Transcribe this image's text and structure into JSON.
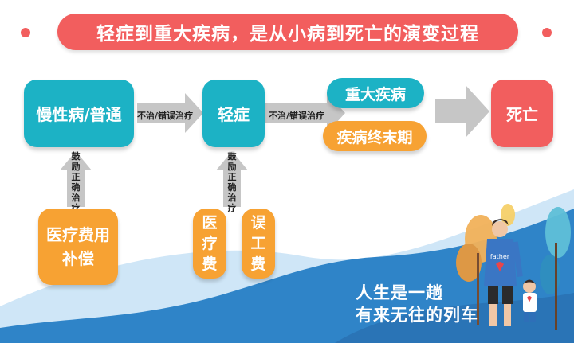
{
  "title": "轻症到重大疾病，是从小病到死亡的演变过程",
  "nodes": {
    "chronic": "慢性病/普通",
    "mild": "轻症",
    "major": "重大疾病",
    "terminal": "疾病终末期",
    "death": "死亡",
    "medical_comp": "医疗费用补偿",
    "medical_fee": "医疗费",
    "lost_wages": "误工费"
  },
  "arrows": {
    "untreated_1": "不治/错误治疗",
    "untreated_2": "不治/错误治疗",
    "treatment_1": "鼓励正确治疗",
    "treatment_2": "鼓励正确治疗"
  },
  "slogan": {
    "line1": "人生是一趟",
    "line2": "有来无往的列车"
  },
  "illustration": {
    "shirt_text": "father"
  },
  "colors": {
    "red": "#f25e5e",
    "teal": "#1cb2c5",
    "orange": "#f7a233",
    "arrow": "#c6c6c6",
    "wave": "#2f84c8"
  }
}
